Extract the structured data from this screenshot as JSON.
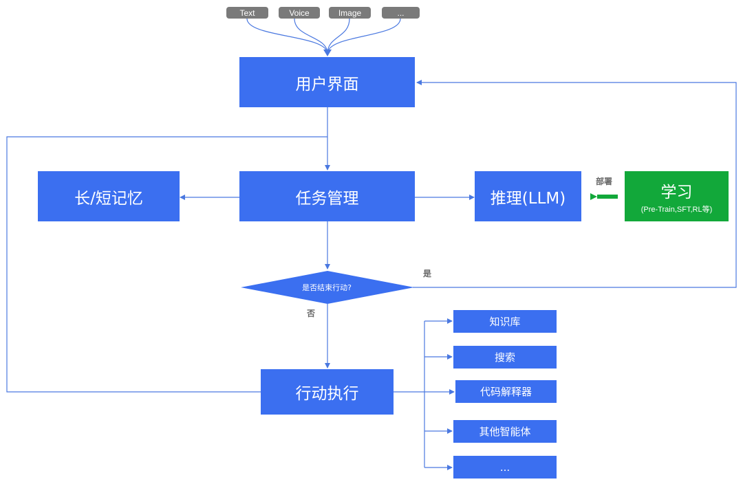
{
  "inputs": [
    "Text",
    "Voice",
    "Image",
    "..."
  ],
  "nodes": {
    "ui": "用户界面",
    "task": "任务管理",
    "memory": "长/短记忆",
    "infer": "推理(LLM)",
    "learn_title": "学习",
    "learn_sub": "(Pre-Train,SFT,RL等)",
    "decision": "是否结束行动?",
    "action": "行动执行"
  },
  "edge_labels": {
    "deploy": "部署",
    "yes": "是",
    "no": "否"
  },
  "tools": [
    "知识库",
    "搜索",
    "代码解释器",
    "其他智能体",
    "..."
  ],
  "colors": {
    "blue": "#3b6ff0",
    "green": "#12a83a",
    "pill": "#7a7a7a",
    "line": "#4a78e0"
  }
}
